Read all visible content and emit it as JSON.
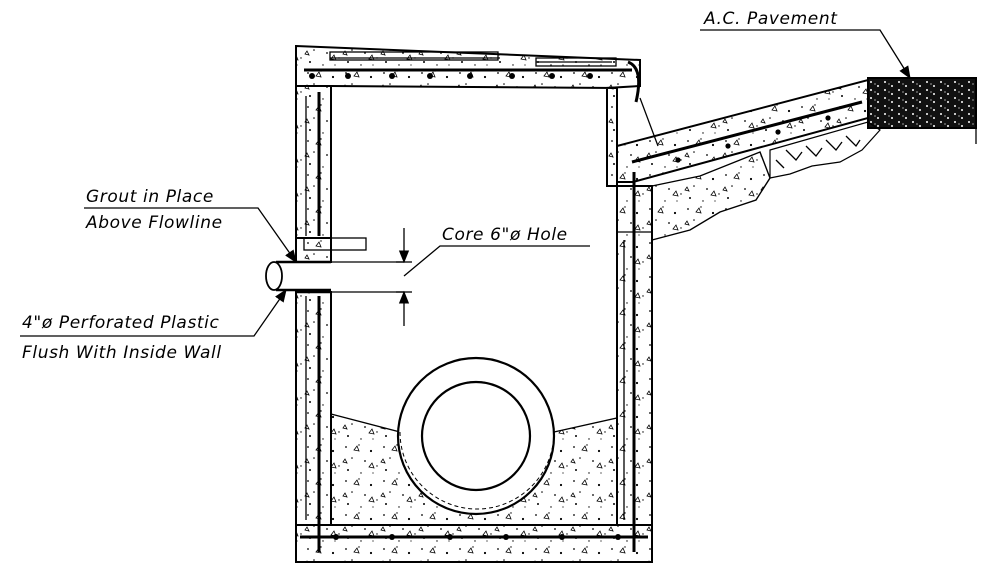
{
  "labels": {
    "pavement": "A.C. Pavement",
    "grout_line1": "Grout in Place",
    "grout_line2": "Above Flowline",
    "core_hole": "Core 6\"ø Hole",
    "pipe_line1": "4\"ø Perforated Plastic",
    "pipe_line2": "Flush With Inside Wall"
  },
  "colors": {
    "ink": "#000000",
    "paper": "#ffffff"
  }
}
